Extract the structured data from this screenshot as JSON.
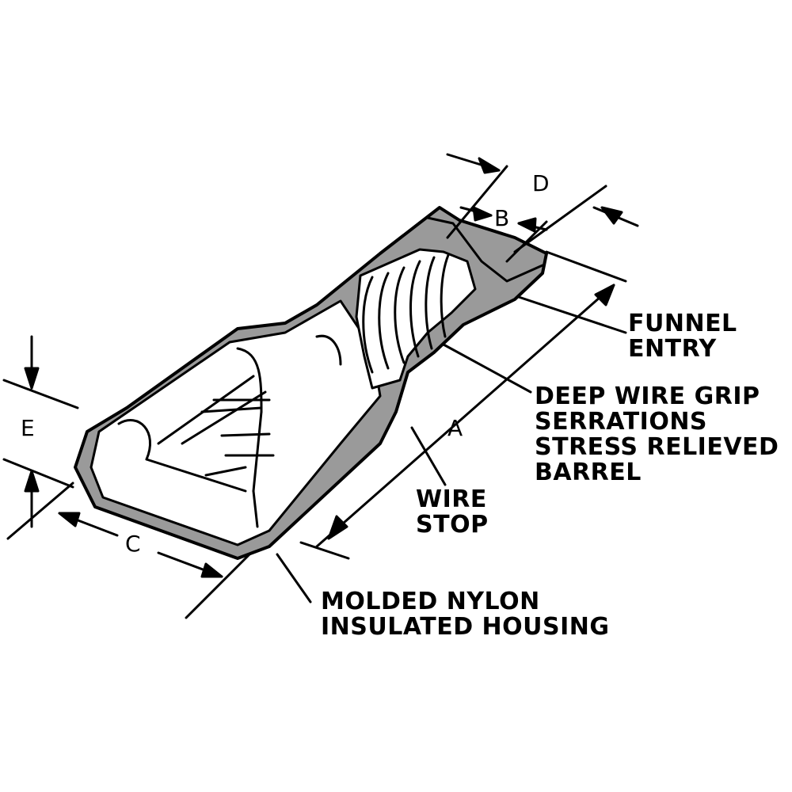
{
  "callouts": {
    "funnel_entry": [
      "FUNNEL",
      "ENTRY"
    ],
    "deep_wire_grip": [
      "DEEP WIRE GRIP",
      "SERRATIONS",
      "STRESS RELIEVED",
      "BARREL"
    ],
    "wire_stop": [
      "WIRE",
      "STOP"
    ],
    "molded_nylon": [
      "MOLDED NYLON",
      "INSULATED HOUSING"
    ]
  },
  "dimensions": {
    "a": "A",
    "b": "B",
    "c": "C",
    "d": "D",
    "e": "E"
  },
  "colors": {
    "ink": "#000000",
    "housing_gray": "#9a9a9a",
    "paper": "#ffffff"
  }
}
